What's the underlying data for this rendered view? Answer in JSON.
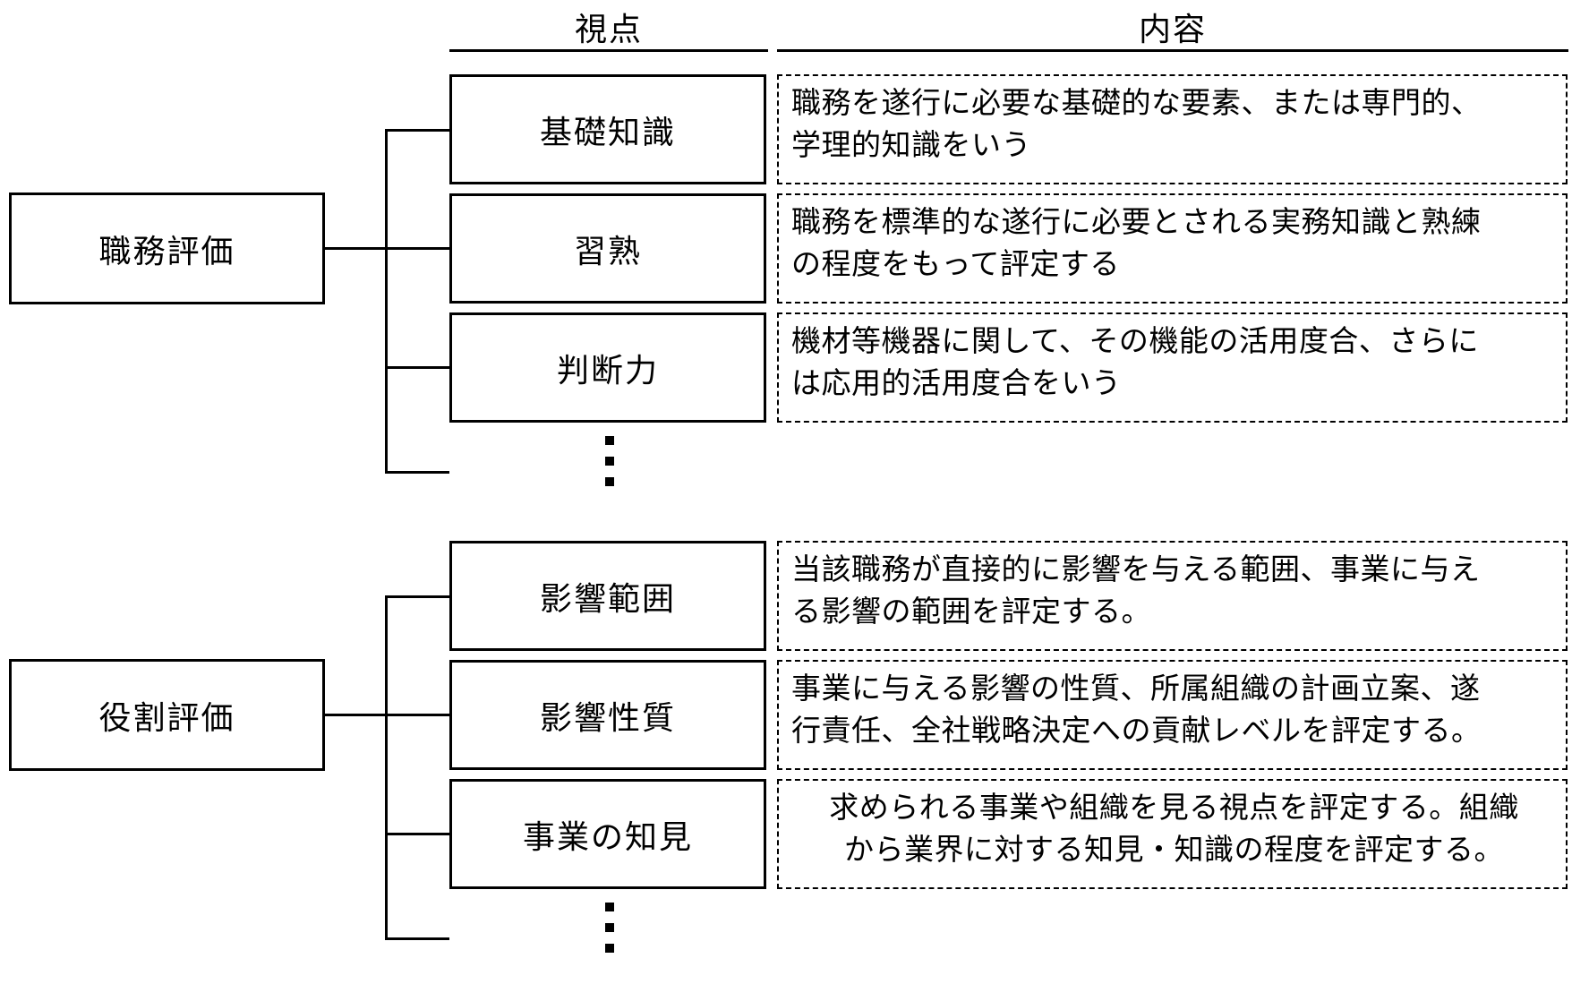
{
  "headers": {
    "perspective": "視点",
    "content": "内容"
  },
  "sections": [
    {
      "root": "職務評価",
      "rows": [
        {
          "perspective": "基礎知識",
          "content": "職務を遂行に必要な基礎的な要素、または専門的、\n学理的知識をいう"
        },
        {
          "perspective": "習熟",
          "content": "職務を標準的な遂行に必要とされる実務知識と熟練\nの程度をもって評定する"
        },
        {
          "perspective": "判断力",
          "content": "機材等機器に関して、その機能の活用度合、さらに\nは応用的活用度合をいう"
        }
      ],
      "ellipsis": "⋮"
    },
    {
      "root": "役割評価",
      "rows": [
        {
          "perspective": "影響範囲",
          "content": "当該職務が直接的に影響を与える範囲、事業に与え\nる影響の範囲を評定する。"
        },
        {
          "perspective": "影響性質",
          "content": "事業に与える影響の性質、所属組織の計画立案、遂\n行責任、全社戦略決定への貢献レベルを評定する。"
        },
        {
          "perspective": "事業の知見",
          "content": "求められる事業や組織を見る視点を評定する。組織\nから業界に対する知見・知識の程度を評定する。"
        }
      ],
      "ellipsis": "⋮"
    }
  ],
  "colors": {
    "line": "#000000",
    "background": "#ffffff",
    "text": "#000000"
  }
}
